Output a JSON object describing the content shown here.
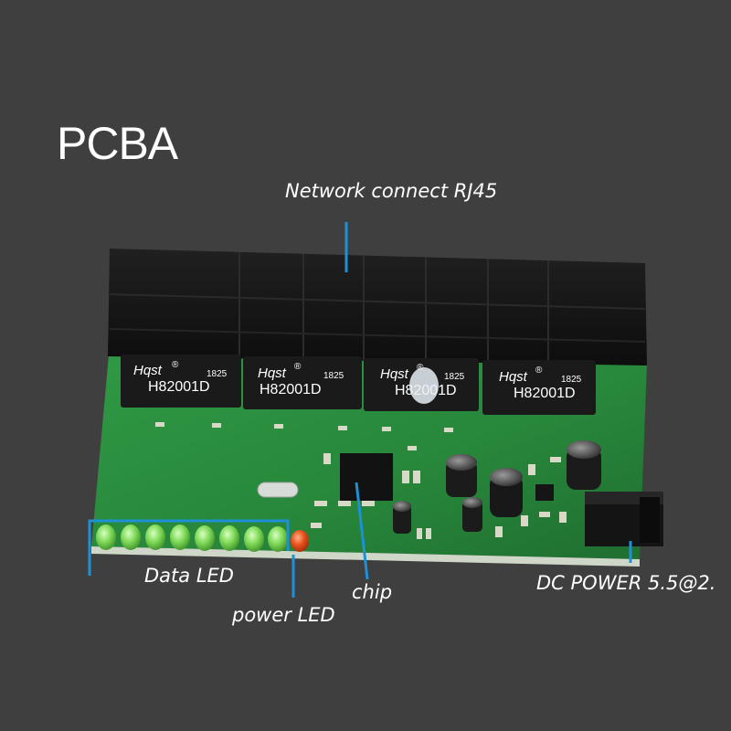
{
  "title": "PCBA",
  "labels": {
    "rj45": "Network connect RJ45",
    "data_led": "Data LED",
    "power_led": "power LED",
    "chip": "chip",
    "dc_power": "DC POWER 5.5@2."
  },
  "transformers": [
    {
      "brand": "Hqst",
      "reg": "®",
      "year": "1825",
      "model": "H82001D"
    },
    {
      "brand": "Hqst",
      "reg": "®",
      "year": "1825",
      "model": "H82001D"
    },
    {
      "brand": "Hqst",
      "reg": "®",
      "year": "1825",
      "model": "H82001D"
    },
    {
      "brand": "Hqst",
      "reg": "®",
      "year": "1825",
      "model": "H82001D"
    }
  ],
  "colors": {
    "background": "#3f3f3f",
    "pcb": "#2e8b3f",
    "connector": "#151515",
    "callout": "#1e90d6",
    "led_green": "#7ed957",
    "led_power": "#e8501c"
  }
}
